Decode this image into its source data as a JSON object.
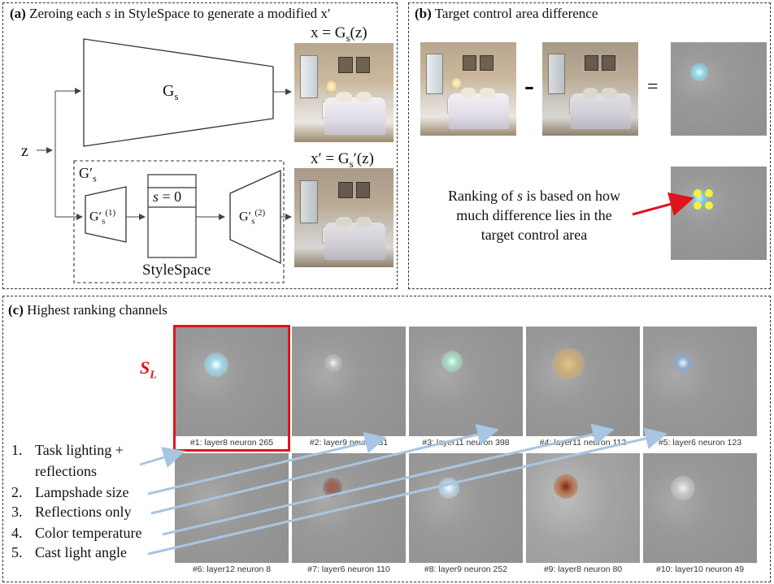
{
  "panel_a": {
    "label": "(a)",
    "title_pre": "Zeroing each ",
    "title_var": "s",
    "title_post": " in StyleSpace to generate a modified x′",
    "gs_label": "G",
    "gs_sub": "s",
    "z_label": "z",
    "x_eq": "x = G",
    "x_eq_sub": "s",
    "x_eq_post": "(z)",
    "xp_eq": "x′ = G",
    "xp_eq_sub": "s",
    "xp_eq_post": "′(z)",
    "gsp_label": "G′",
    "gsp_sub": "s",
    "gsp1_label": "G′",
    "gsp1_sub": "s",
    "gsp1_sup": "(1)",
    "gsp2_label": "G′",
    "gsp2_sub": "s",
    "gsp2_sup": "(2)",
    "s_zero_var": "s",
    "s_zero_post": " = 0",
    "stylespace_label": "StyleSpace"
  },
  "panel_b": {
    "label": "(b)",
    "title": "Target control area difference",
    "minus": "-",
    "equals": "=",
    "ranking_line1_pre": "Ranking of ",
    "ranking_line1_var": "s",
    "ranking_line1_post": " is based on how",
    "ranking_line2": "much difference lies in the",
    "ranking_line3": "target control area"
  },
  "panel_c": {
    "label": "(c)",
    "title": "Highest ranking channels",
    "sl_label": "S",
    "sl_sub": "L",
    "channels": [
      "#1: layer8 neuron 265",
      "#2: layer9 neuron 31",
      "#3: layer11 neuron 398",
      "#4: layer11 neuron 112",
      "#5: layer6 neuron 123",
      "#6: layer12 neuron 8",
      "#7: layer6 neuron 110",
      "#8: layer9 neuron 252",
      "#9: layer8 neuron 80",
      "#10: layer10 neuron 49"
    ],
    "list": [
      {
        "num": "1.",
        "line1": "Task lighting +",
        "line2": "reflections"
      },
      {
        "num": "2.",
        "line1": "Lampshade size"
      },
      {
        "num": "3.",
        "line1": "Reflections only"
      },
      {
        "num": "4.",
        "line1": "Color temperature"
      },
      {
        "num": "5.",
        "line1": "Cast light angle"
      }
    ]
  },
  "colors": {
    "highlight_red": "#e0141a",
    "arrow_blue": "#a8c6e2",
    "marker_yellow": "#f2f23a"
  }
}
